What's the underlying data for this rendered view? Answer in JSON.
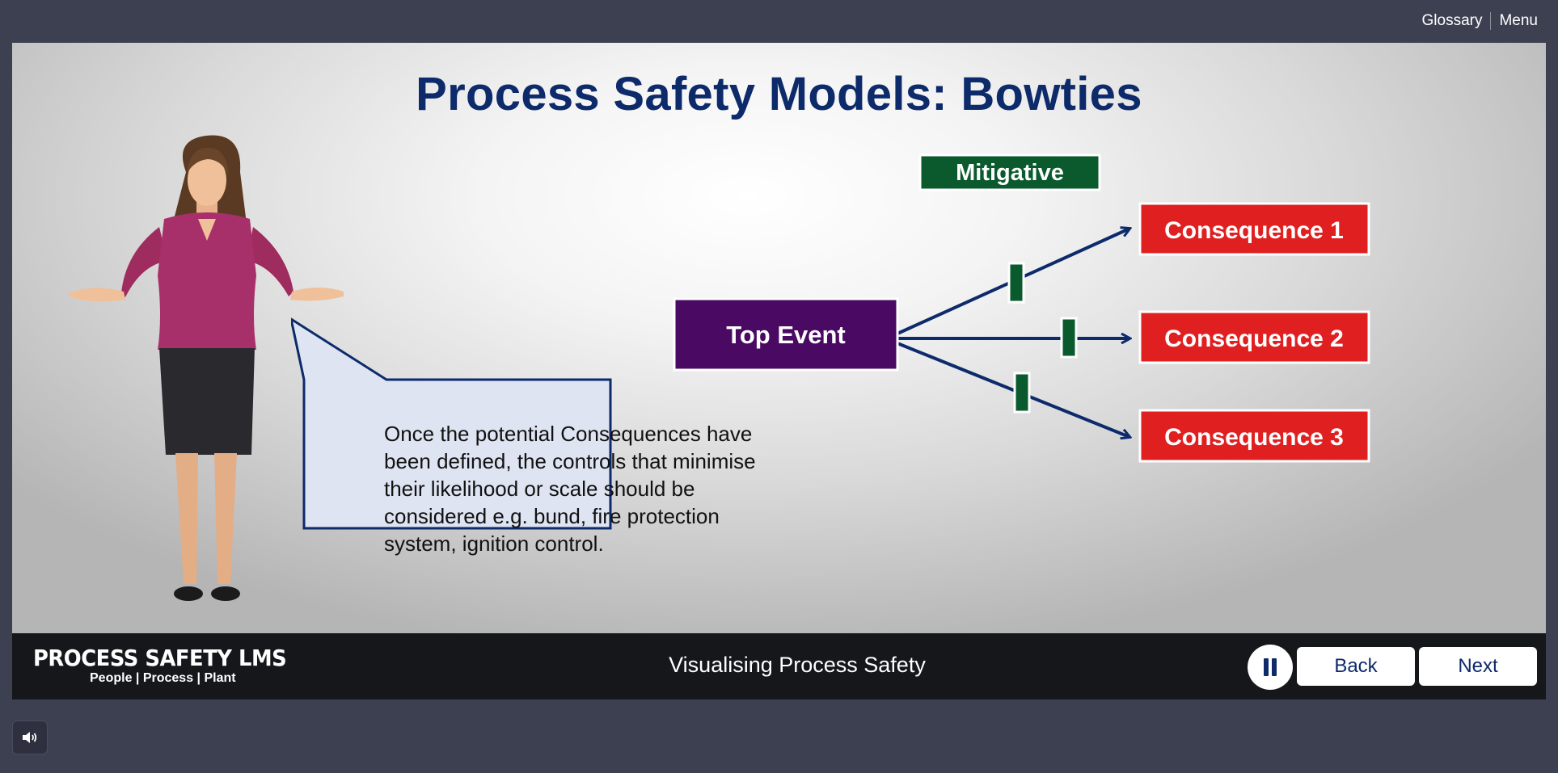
{
  "topbar": {
    "glossary_label": "Glossary",
    "menu_label": "Menu"
  },
  "slide": {
    "title": "Process Safety Models: Bowties",
    "speech": "Once the potential Consequences have been defined, the controls that minimise their likelihood or scale should be considered e.g. bund, fire protection system, ignition control."
  },
  "diagram": {
    "barrier_label": "Mitigative",
    "top_event": "Top Event",
    "consequences": [
      "Consequence 1",
      "Consequence 2",
      "Consequence 3"
    ],
    "colors": {
      "top_event": "#4a0a63",
      "consequence": "#e02020",
      "barrier": "#0b5a2e",
      "arrow": "#0d2a6b"
    }
  },
  "footer": {
    "brand_name": "PROCESS SAFETY LMS",
    "brand_tagline": "People | Process | Plant",
    "module_title": "Visualising Process Safety",
    "back_label": "Back",
    "next_label": "Next"
  },
  "icons": {
    "pause": "pause-icon",
    "audio": "speaker-icon"
  }
}
